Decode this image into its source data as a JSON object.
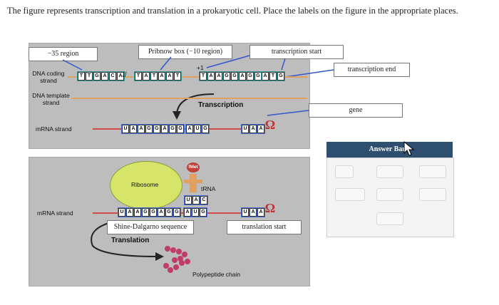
{
  "question": "The figure represents transcription and translation in a prokaryotic cell. Place the labels on the figure in the appropriate places.",
  "labels": {
    "minus35": "−35 region",
    "pribnow": "Pribnow box (−10 region)",
    "tx_start": "transcription start",
    "tx_end": "transcription end",
    "gene": "gene",
    "shine": "Shine-Dalgarno sequence",
    "tl_start": "translation start"
  },
  "diagram": {
    "coding_strand": "DNA coding\nstrand",
    "template_strand": "DNA template\nstrand",
    "mrna_strand_1": "mRNA strand",
    "mrna_strand_2": "mRNA strand",
    "transcription": "Transcription",
    "translation": "Translation",
    "plus1": "+1",
    "ribosome": "Ribosome",
    "trna": "tRNA",
    "fmet": "fMet",
    "polypeptide": "Polypeptide chain"
  },
  "sequences": {
    "minus35_seq": "TTGACA",
    "pribnow_seq": "TATAAT",
    "sd_dna": "TAAGGAGG",
    "start_dna": "ATG",
    "sd_mrna": "UAAGGAGG",
    "start_mrna": "AUG",
    "stop_mrna": "UAA",
    "anticodon": "UAC"
  },
  "answer_bank": {
    "title": "Answer Bank"
  },
  "colors": {
    "panel": "#bdbdbd",
    "bank_header": "#2f4f70",
    "rna": "#d24a4a",
    "dna": "#e0a060"
  }
}
